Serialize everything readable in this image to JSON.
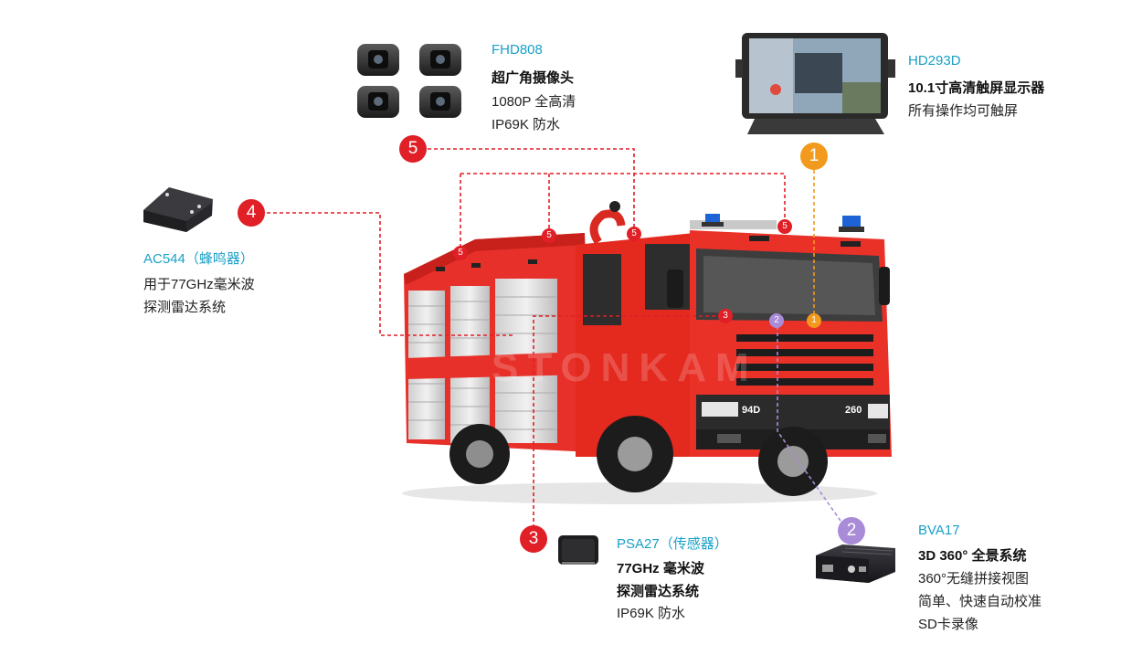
{
  "colors": {
    "marker_red": "#e01f26",
    "marker_orange": "#f29a1d",
    "marker_purple": "#a98bd8",
    "model_text": "#1aa0c8",
    "truck_body": "#e8302a"
  },
  "watermark": "STONKAM",
  "truck": {
    "plate_left": "94D",
    "plate_right": "260"
  },
  "markers": {
    "m1": "1",
    "m2": "2",
    "m3": "3",
    "m4": "4",
    "m5": "5"
  },
  "products": {
    "camera": {
      "icon": "camera-icon",
      "model": "FHD808",
      "title": "超广角摄像头",
      "lines": [
        "1080P 全高清",
        "IP69K 防水"
      ]
    },
    "monitor": {
      "icon": "monitor-icon",
      "model": "HD293D",
      "title": "10.1寸高清触屏显示器",
      "lines": [
        "所有操作均可触屏"
      ]
    },
    "buzzer": {
      "icon": "buzzer-icon",
      "model": "AC544（蜂鸣器）",
      "lines": [
        "用于77GHz毫米波",
        "探测雷达系统"
      ]
    },
    "radar": {
      "icon": "radar-sensor-icon",
      "model": "PSA27（传感器）",
      "title_lines": [
        "77GHz 毫米波",
        "探测雷达系统"
      ],
      "lines": [
        "IP69K 防水"
      ]
    },
    "bva": {
      "icon": "control-box-icon",
      "model": "BVA17",
      "title": "3D 360° 全景系统",
      "lines": [
        "360°无缝拼接视图",
        "简单、快速自动校准",
        "SD卡录像"
      ]
    }
  }
}
